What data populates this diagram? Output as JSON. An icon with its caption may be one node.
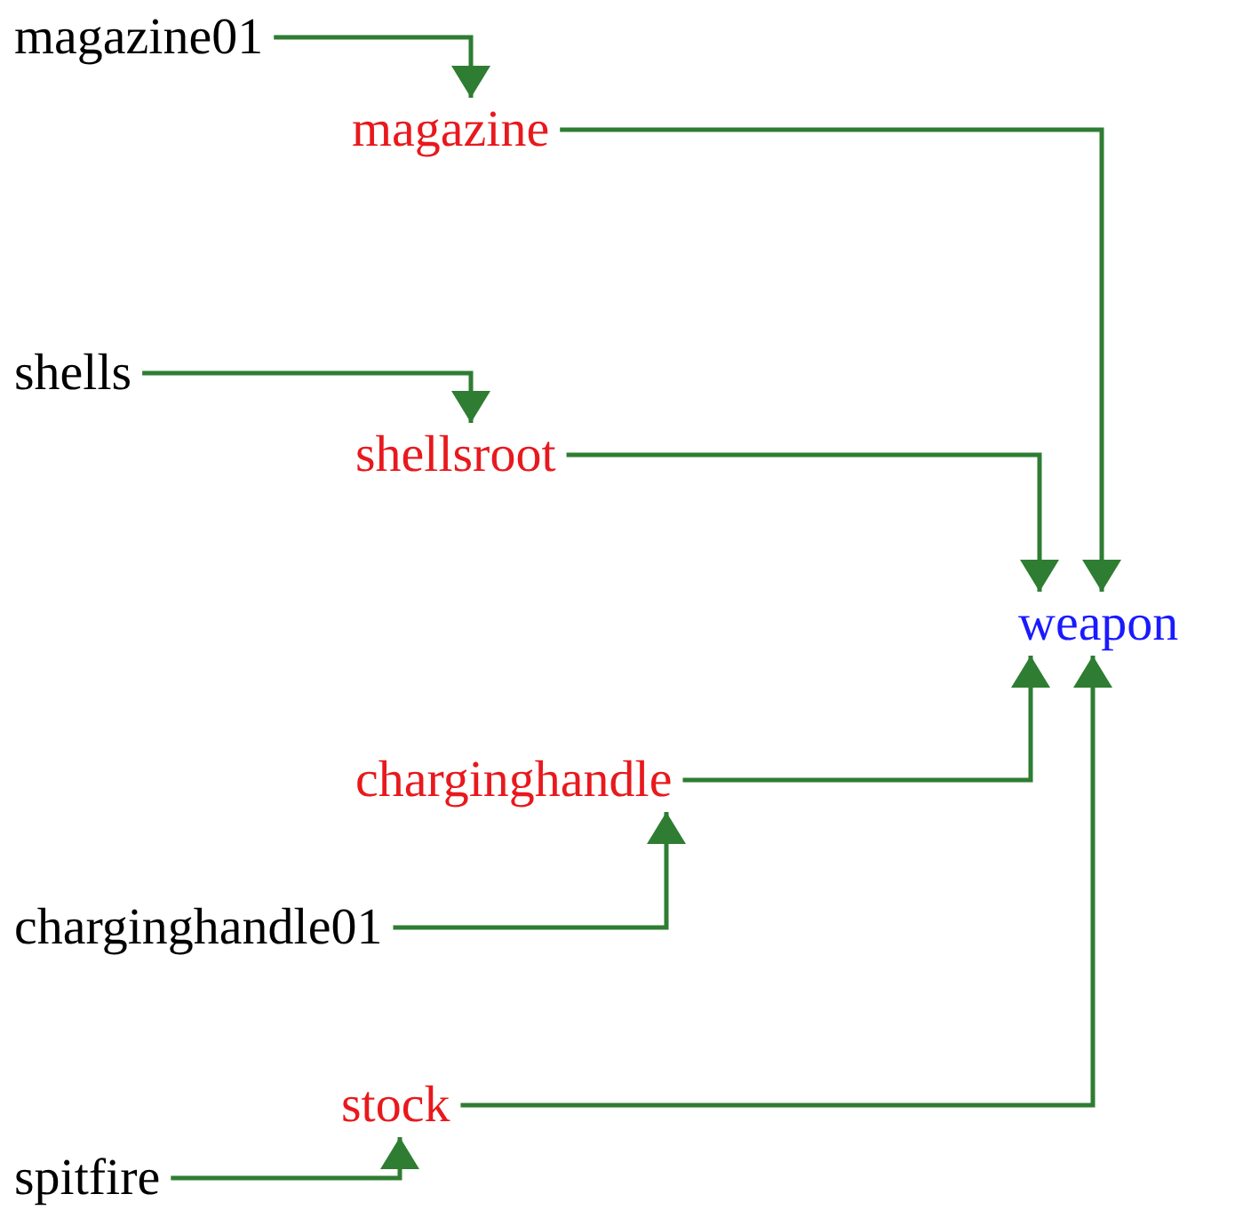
{
  "diagram": {
    "nodes": [
      {
        "text": [
          "magazine01"
        ]
      },
      {
        "text": [
          "magazine"
        ]
      },
      {
        "text": [
          "shells"
        ]
      },
      {
        "text": [
          "shellsroot"
        ]
      },
      {
        "text": [
          "weapon"
        ]
      },
      {
        "text": [
          "charginghandle"
        ]
      },
      {
        "text": [
          "charginghandle01"
        ]
      },
      {
        "text": [
          "stock"
        ]
      },
      {
        "text": [
          "spitfire"
        ]
      }
    ],
    "edges": [
      {
        "from": 0,
        "to": 1,
        "arrow": "to"
      },
      {
        "from": 2,
        "to": 3,
        "arrow": "to"
      },
      {
        "from": 1,
        "to": 4,
        "arrow": "to"
      },
      {
        "from": 3,
        "to": 4,
        "arrow": "to"
      },
      {
        "from": 5,
        "to": 4,
        "arrow": "to"
      },
      {
        "from": 6,
        "to": 5,
        "arrow": "to"
      },
      {
        "from": 7,
        "to": 4,
        "arrow": "to"
      },
      {
        "from": 8,
        "to": 7,
        "arrow": "to"
      }
    ]
  }
}
